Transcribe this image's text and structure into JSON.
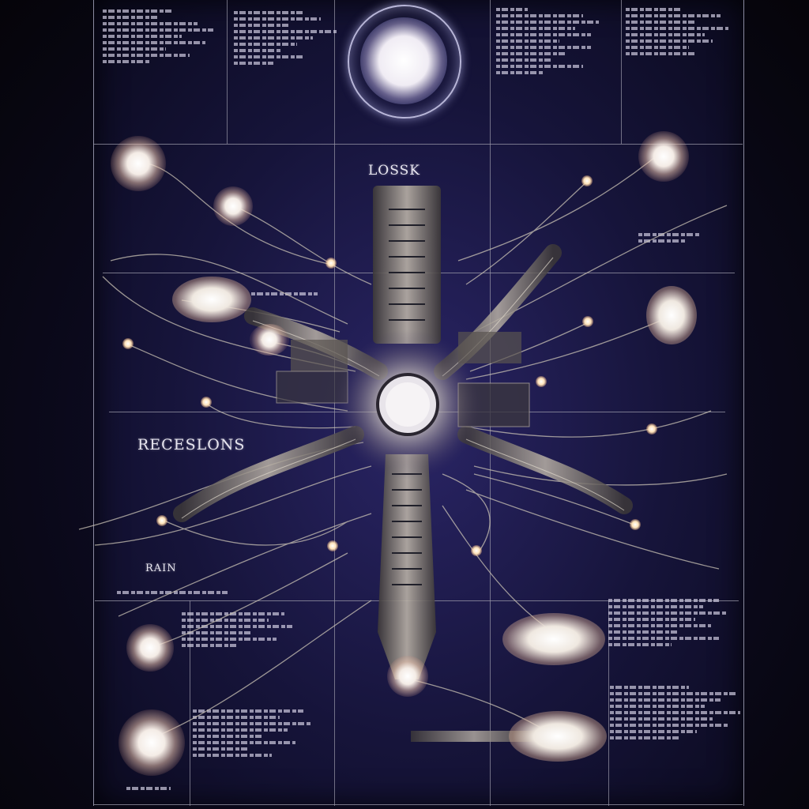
{
  "labels": {
    "top_heading": "LOSSK",
    "side_heading": "RECESLONS",
    "lower_label": "RAIN"
  },
  "palette": {
    "board": "#16143a",
    "glow": "#f4ece6",
    "wire": "#c9c2b4",
    "grid": "#9a98a8"
  },
  "icons": [
    "core-orb-icon",
    "lens-icon",
    "spark-icon",
    "ring-portal-icon"
  ]
}
